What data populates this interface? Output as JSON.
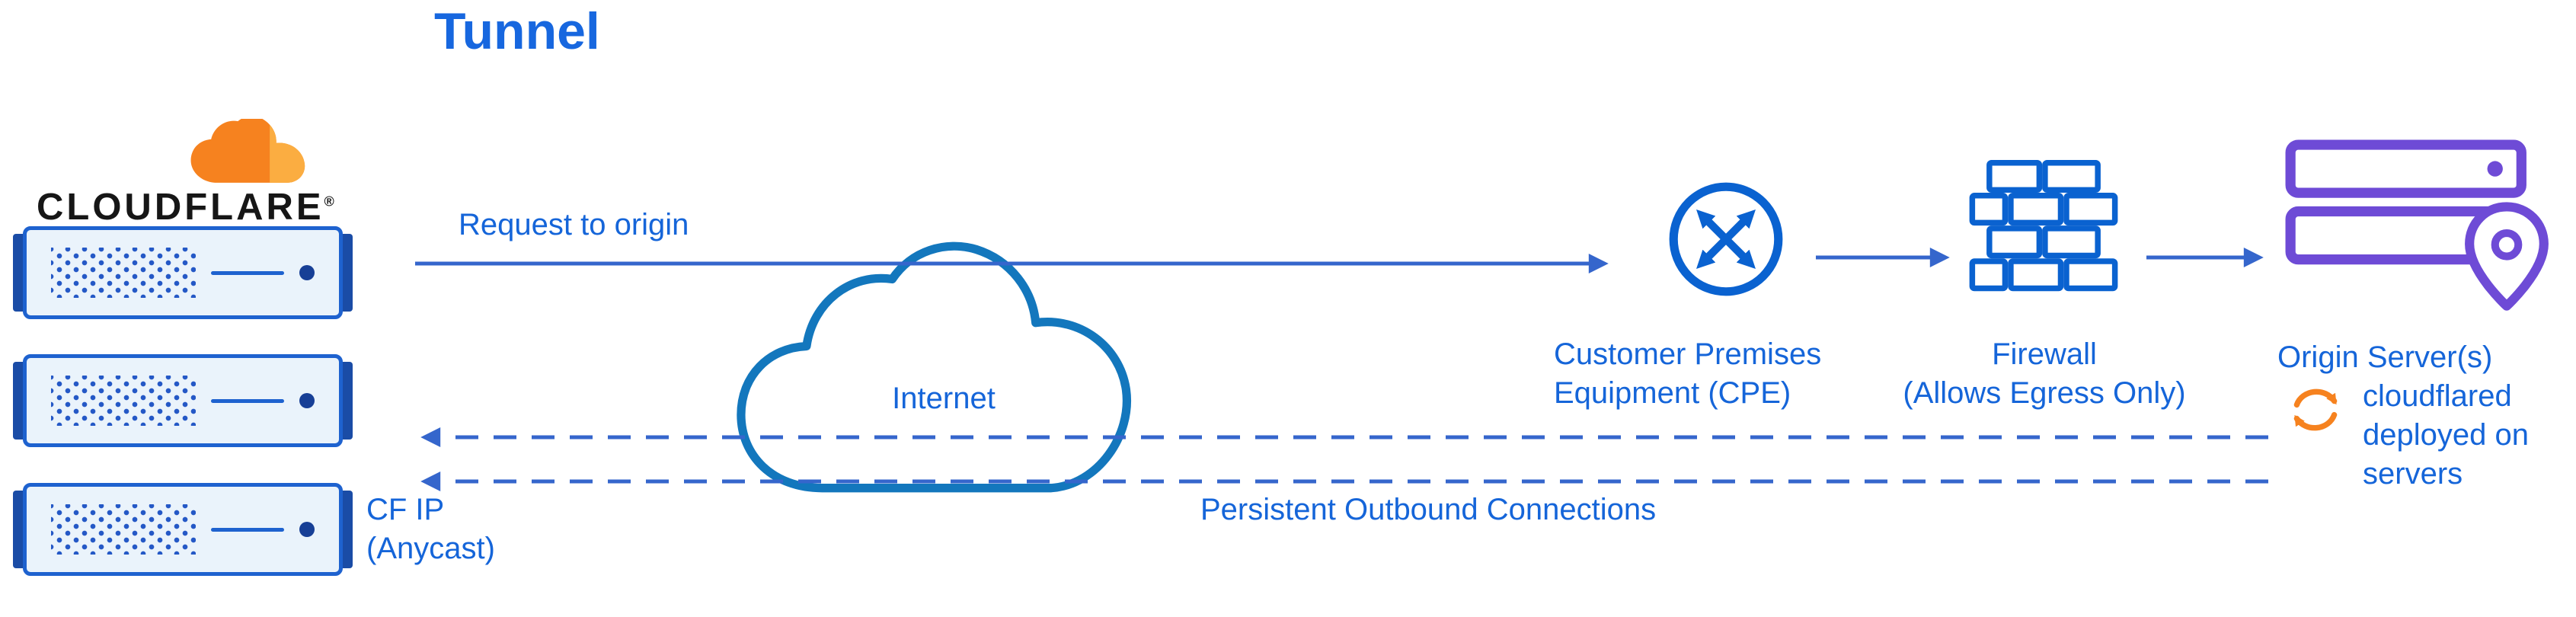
{
  "title": "Tunnel",
  "logo": {
    "brand": "CLOUDFLARE",
    "registered": "®"
  },
  "left_cluster": {
    "cf_ip_label": "CF IP\n(Anycast)"
  },
  "flows": {
    "request_label": "Request to origin",
    "persistent_label": "Persistent Outbound Connections"
  },
  "internet": {
    "label": "Internet"
  },
  "nodes": {
    "cpe": {
      "label": "Customer Premises\nEquipment (CPE)"
    },
    "firewall": {
      "label": "Firewall\n(Allows Egress Only)"
    },
    "origin": {
      "label": "Origin Server(s)",
      "note": "cloudflared\ndeployed on\nservers"
    }
  },
  "colors": {
    "blue_text": "#1565D9",
    "arrow_blue": "#3566CC",
    "icon_blue": "#0A62D0",
    "cloud_stroke": "#1377BD",
    "server_border": "#1E62CF",
    "server_fill": "#EAF3FB",
    "navy": "#1A4CA6",
    "purple": "#6E4BD6",
    "orange": "#F6821F",
    "orange_light": "#FBAD41"
  }
}
